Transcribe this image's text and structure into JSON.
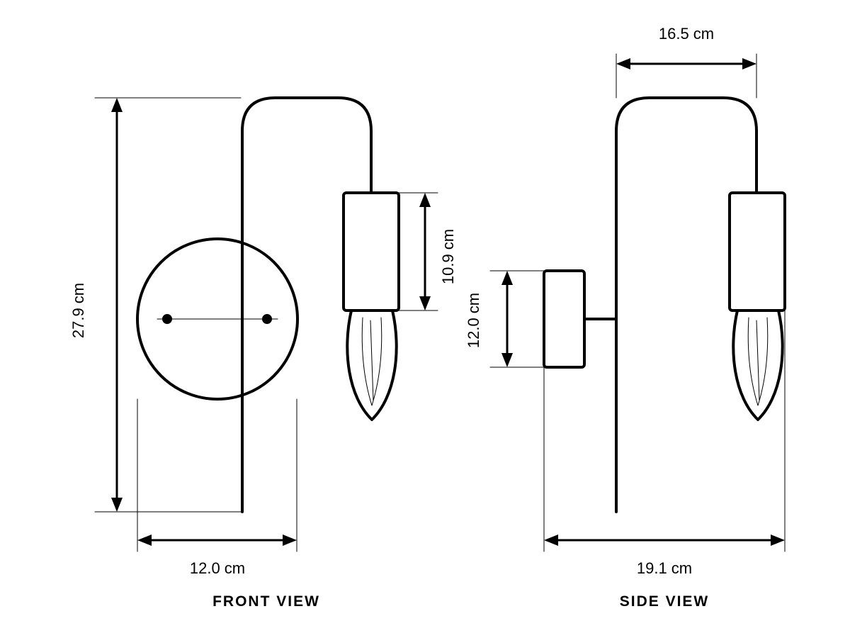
{
  "front_view": {
    "title": "FRONT VIEW",
    "height_label": "27.9 cm",
    "width_label": "12.0 cm",
    "socket_label": "10.9 cm"
  },
  "side_view": {
    "title": "SIDE VIEW",
    "arm_label": "16.5 cm",
    "plate_label": "12.0 cm",
    "depth_label": "19.1 cm"
  },
  "colors": {
    "line": "#000000",
    "background": "#ffffff"
  }
}
